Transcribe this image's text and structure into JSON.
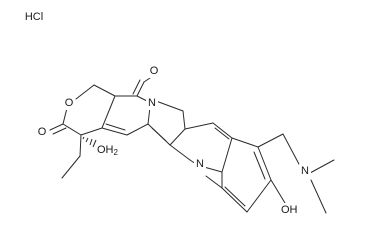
{
  "diagram": {
    "type": "chemical-structure",
    "salt_label": "HCl",
    "atom_labels": {
      "lactone_oxygen": "O",
      "carbonyl_oxygen_top": "O",
      "carbonyl_oxygen_left": "O",
      "pyridone_nitrogen": "N",
      "quinoline_nitrogen": "N",
      "amine_nitrogen": "N",
      "hydroxyl_c20": "OH2",
      "hydroxyl_phenol": "OH"
    }
  }
}
